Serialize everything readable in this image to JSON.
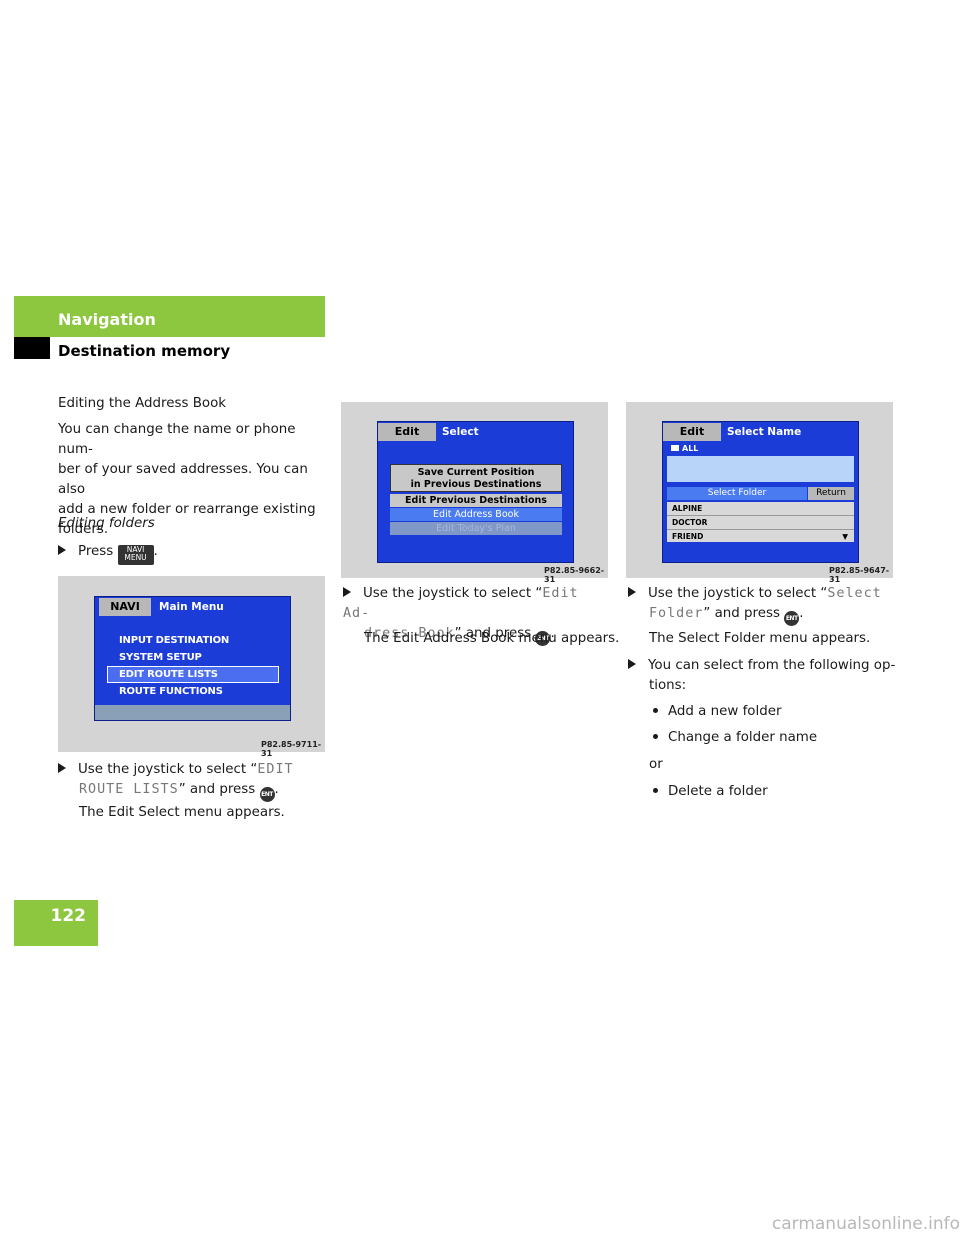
{
  "header": {
    "section": "Navigation",
    "subsection": "Destination memory"
  },
  "page_number": "122",
  "col1": {
    "heading": "Editing the Address Book",
    "intro": [
      "You can change the name or phone num-",
      "ber of your saved addresses. You can also",
      "add a new folder or rearrange existing",
      "folders."
    ],
    "subheading": "Editing folders",
    "step1_pre": "Press",
    "navi_key_top": "NAVI",
    "navi_key_bottom": "MENU",
    "step1_post": ".",
    "step2_pre": "Use the joystick to select “",
    "step2_code_line1": "EDIT",
    "step2_code_line2": "ROUTE LISTS",
    "step2_post": "” and press",
    "period": ".",
    "result": "The Edit Select menu appears."
  },
  "col2": {
    "step_pre": "Use the joystick to select “",
    "step_code_line1": "Edit Ad-",
    "step_code_line2": "dress Book",
    "step_post": "” and press",
    "period": ".",
    "result": "The Edit Address Book menu appears."
  },
  "col3": {
    "step_pre": "Use the joystick to select “",
    "step_code_line1": "Select",
    "step_code_line2": "Folder",
    "step_post": "” and press",
    "period": ".",
    "result": "The Select Folder menu appears.",
    "options_intro_line1": "You can select from the following op-",
    "options_intro_line2": "tions:",
    "option1": "Add a new folder",
    "option2": "Change a folder name",
    "or": "or",
    "option3": "Delete a folder"
  },
  "ent_label": "ENT",
  "screen1": {
    "tab": "NAVI",
    "title": "Main Menu",
    "items": [
      "INPUT DESTINATION",
      "SYSTEM SETUP",
      "EDIT ROUTE LISTS",
      "ROUTE FUNCTIONS"
    ],
    "selected_index": 2,
    "caption": "P82.85-9711-31"
  },
  "screen2": {
    "tab": "Edit",
    "title": "Select",
    "item1_line1": "Save Current Position",
    "item1_line2": "in Previous Destinations",
    "item2": "Edit Previous Destinations",
    "item3": "Edit Address Book",
    "item4": "Edit Today's Plan",
    "caption": "P82.85-9662-31"
  },
  "screen3": {
    "tab": "Edit",
    "title": "Select Name",
    "folder": "ALL",
    "select_folder": "Select Folder",
    "return": "Return",
    "entries": [
      "ALPINE",
      "DOCTOR",
      "FRIEND"
    ],
    "caption": "P82.85-9647-31"
  },
  "footer": "carmanualsonline.info",
  "colors": {
    "accent_green": "#8dc63f",
    "screen_blue": "#1b3cd6"
  }
}
